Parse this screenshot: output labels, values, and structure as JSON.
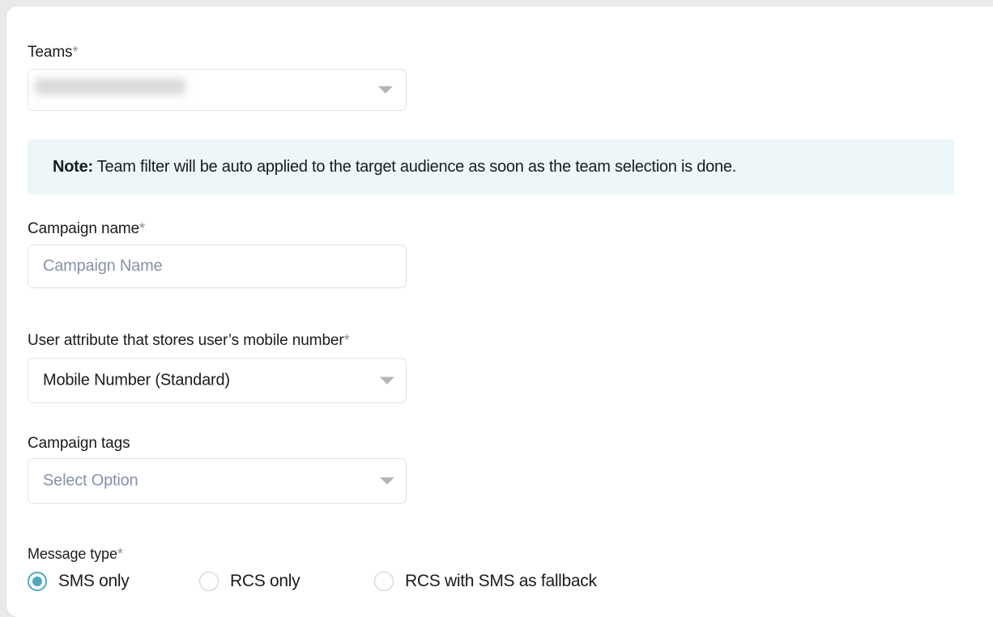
{
  "form": {
    "teams": {
      "label": "Teams",
      "required_marker": "*",
      "value": "",
      "redacted": true,
      "caret_icon": "chevron-down-icon"
    },
    "note": {
      "prefix": "Note:",
      "text": " Team filter will be auto applied to the target audience as soon as the team selection is done.",
      "background": "#edf7f9"
    },
    "campaign_name": {
      "label": "Campaign name",
      "required_marker": "*",
      "value": "",
      "placeholder": "Campaign Name"
    },
    "mobile_attribute": {
      "label": "User attribute that stores user’s mobile number",
      "required_marker": "*",
      "value": "Mobile Number (Standard)",
      "caret_icon": "chevron-down-icon"
    },
    "campaign_tags": {
      "label": "Campaign tags",
      "required_marker": "",
      "value": "",
      "placeholder": "Select Option",
      "caret_icon": "chevron-down-icon"
    },
    "message_type": {
      "label": "Message type",
      "required_marker": "*",
      "selected": "SMS only",
      "options": [
        {
          "label": "SMS only",
          "checked": true
        },
        {
          "label": "RCS only",
          "checked": false
        },
        {
          "label": "RCS with SMS as fallback",
          "checked": false
        }
      ]
    }
  },
  "colors": {
    "accent": "#4fa8bc",
    "note_background": "#edf7f9",
    "border": "#dbe2ec",
    "placeholder": "#8791a6",
    "text": "#1b1b1f",
    "page_background": "#e9eaec"
  }
}
